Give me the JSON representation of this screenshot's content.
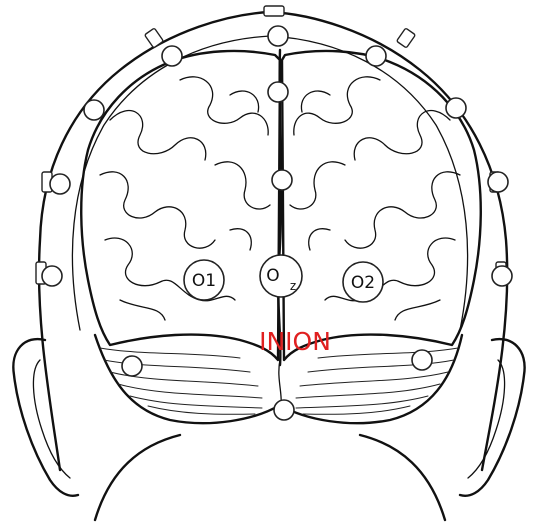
{
  "diagram": {
    "labels": {
      "o1": "O1",
      "oz_main": "O",
      "oz_sub": "z",
      "o2": "O2",
      "inion": "INION"
    },
    "colors": {
      "inion_text": "#e02020",
      "line": "#111111",
      "electrode_fill": "#ffffff"
    }
  }
}
